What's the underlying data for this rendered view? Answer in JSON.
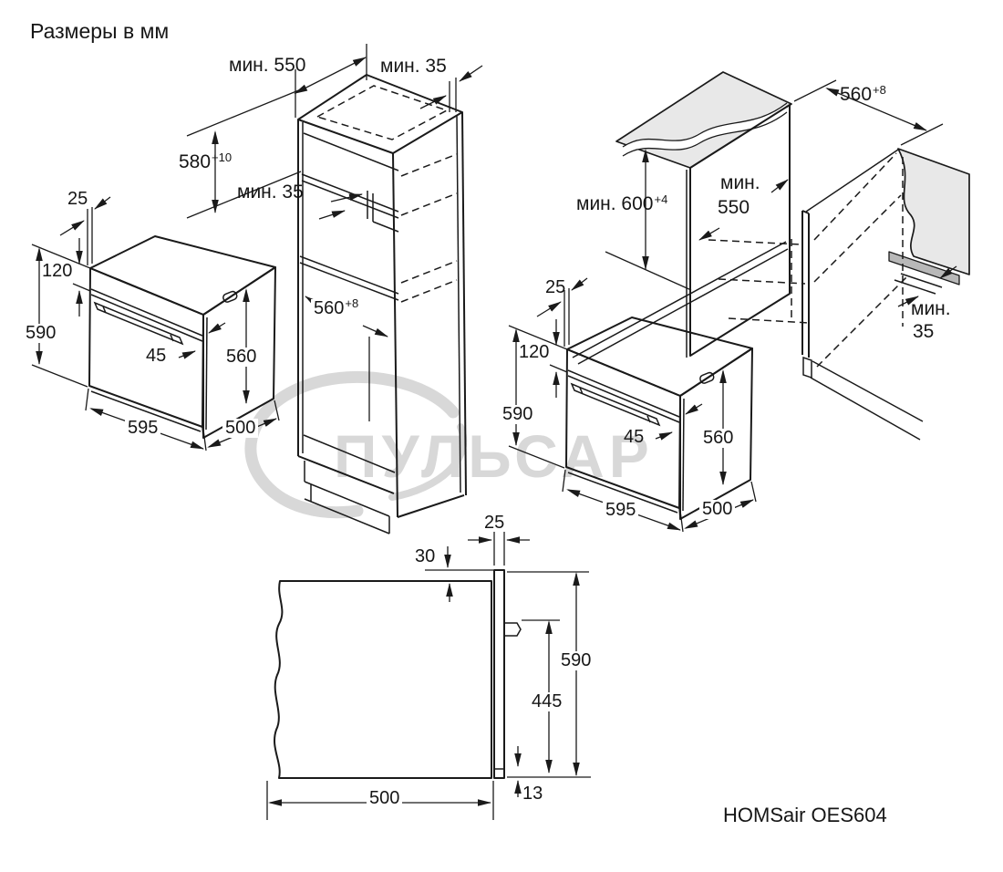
{
  "title": "Размеры в мм",
  "model": "HOMSair OES604",
  "watermark": "ПУЛЬСАР",
  "oven": {
    "top_gap": "25",
    "panel_height": "120",
    "height": "590",
    "door_thickness": "45",
    "body_height": "560",
    "width": "595",
    "depth": "500"
  },
  "cabinet": {
    "min_depth": "мин. 550",
    "min_gap_top": "мин. 35",
    "niche_height": "580",
    "niche_height_tol": "+10",
    "min_gap_mid": "мин. 35",
    "niche_width": "560",
    "niche_width_tol": "+8"
  },
  "base_unit": {
    "niche_width": "560",
    "niche_width_tol": "+8",
    "niche_height": "мин. 600",
    "niche_height_tol": "+4",
    "min_depth_word": "мин.",
    "min_depth_value": "550",
    "min_gap_word": "мин.",
    "min_gap_value": "35"
  },
  "side_view": {
    "door_gap": "25",
    "top_offset": "30",
    "height": "590",
    "mount_height": "445",
    "depth": "500",
    "bottom_offset": "13"
  }
}
